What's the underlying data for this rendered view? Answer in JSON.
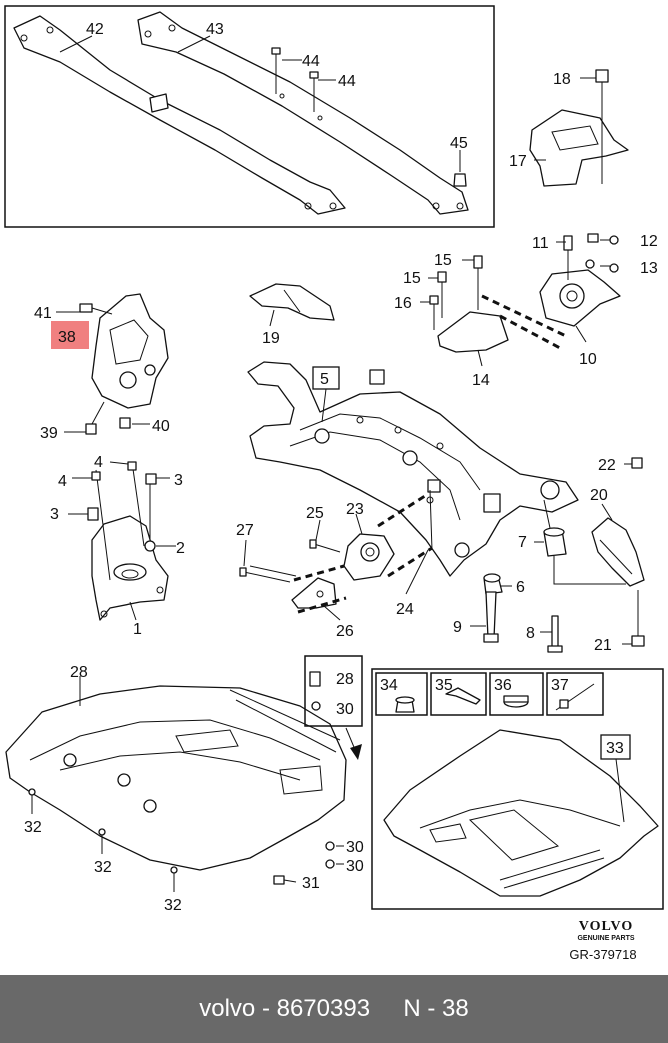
{
  "callouts": {
    "c1": "1",
    "c2": "2",
    "c3a": "3",
    "c3b": "3",
    "c4a": "4",
    "c4b": "4",
    "c5": "5",
    "c6": "6",
    "c7": "7",
    "c8": "8",
    "c9": "9",
    "c10": "10",
    "c11": "11",
    "c12": "12",
    "c13": "13",
    "c14": "14",
    "c15a": "15",
    "c15b": "15",
    "c16": "16",
    "c17": "17",
    "c18": "18",
    "c19": "19",
    "c20": "20",
    "c21": "21",
    "c22": "22",
    "c23": "23",
    "c24": "24",
    "c25": "25",
    "c26": "26",
    "c27": "27",
    "c28a": "28",
    "c28b": "28",
    "c30a": "30",
    "c30b": "30",
    "c30c": "30",
    "c31": "31",
    "c32a": "32",
    "c32b": "32",
    "c32c": "32",
    "c33": "33",
    "c34": "34",
    "c35": "35",
    "c36": "36",
    "c37": "37",
    "c38": "38",
    "c39": "39",
    "c40": "40",
    "c41": "41",
    "c42": "42",
    "c43": "43",
    "c44a": "44",
    "c44b": "44",
    "c45": "45"
  },
  "highlight_color": "#f08080",
  "brand": {
    "logo": "VOLVO",
    "tagline": "GENUINE PARTS",
    "ref": "GR-379718"
  },
  "footer": {
    "left": "volvo - 8670393",
    "right": "N - 38"
  }
}
